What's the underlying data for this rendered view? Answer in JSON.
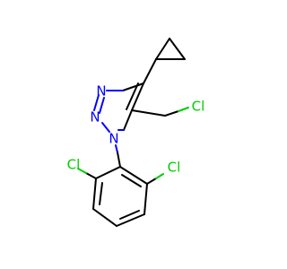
{
  "atoms": {
    "n_top": "N",
    "n_mid": "N",
    "n_bottom": "N",
    "cl_chloromethyl": "Cl",
    "cl_left": "Cl",
    "cl_right": "Cl"
  },
  "colors": {
    "nitrogen": "#0000ff",
    "chlorine": "#00cc00",
    "bond": "#000000",
    "background": "#ffffff"
  }
}
